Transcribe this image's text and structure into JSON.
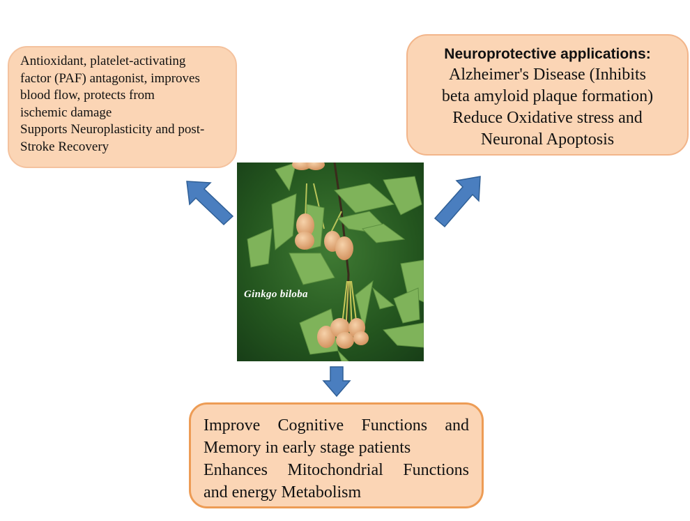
{
  "center": {
    "image_subject": "ginkgo-biloba-branch-photo",
    "caption": "Ginkgo biloba"
  },
  "boxes": {
    "top_left": {
      "lines": [
        "Antioxidant, platelet-activating",
        "factor (PAF) antagonist, improves",
        "blood flow, protects from",
        "ischemic damage",
        "Supports Neuroplasticity and post-",
        "Stroke Recovery"
      ]
    },
    "top_right": {
      "title": "Neuroprotective applications:",
      "lines": [
        "Alzheimer's Disease (Inhibits",
        "beta amyloid plaque formation)",
        "Reduce Oxidative stress and",
        "Neuronal Apoptosis"
      ]
    },
    "bottom": {
      "lines": [
        "Improve Cognitive Functions and",
        "Memory in early stage patients",
        "Enhances Mitochondrial Functions",
        "and energy Metabolism"
      ]
    }
  },
  "arrows": [
    {
      "name": "arrow-up-left",
      "icon": "arrow-up-left-icon"
    },
    {
      "name": "arrow-up-right",
      "icon": "arrow-up-right-icon"
    },
    {
      "name": "arrow-down",
      "icon": "arrow-down-icon"
    }
  ],
  "colors": {
    "box_fill": "#fbd5b5",
    "box_border": "#f2b58a",
    "bottom_border": "#ed9c55",
    "arrow_fill": "#4a7ebf",
    "arrow_stroke": "#2f5f96"
  }
}
